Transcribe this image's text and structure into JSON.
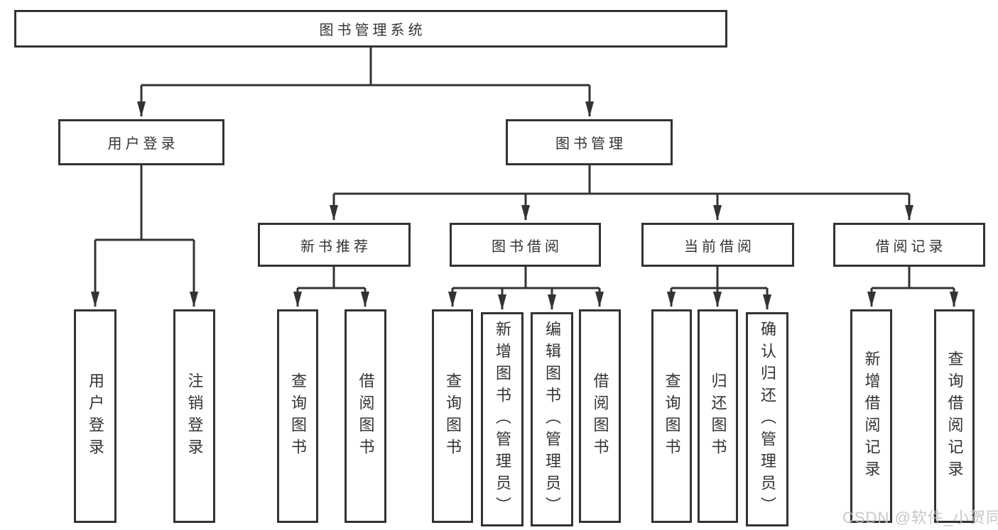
{
  "diagram": {
    "tree": {
      "label": "图书管理系统",
      "children": [
        {
          "label": "用户登录",
          "children": [
            {
              "label": "用户登录"
            },
            {
              "label": "注销登录"
            }
          ]
        },
        {
          "label": "图书管理",
          "children": [
            {
              "label": "新书推荐",
              "children": [
                {
                  "label": "查询图书"
                },
                {
                  "label": "借阅图书"
                }
              ]
            },
            {
              "label": "图书借阅",
              "children": [
                {
                  "label": "查询图书"
                },
                {
                  "label": "新增图书（管理员）"
                },
                {
                  "label": "编辑图书（管理员）"
                },
                {
                  "label": "借阅图书"
                }
              ]
            },
            {
              "label": "当前借阅",
              "children": [
                {
                  "label": "查询图书"
                },
                {
                  "label": "归还图书"
                },
                {
                  "label": "确认归还（管理员）"
                }
              ]
            },
            {
              "label": "借阅记录",
              "children": [
                {
                  "label": "新增借阅记录"
                },
                {
                  "label": "查询借阅记录"
                }
              ]
            }
          ]
        }
      ]
    },
    "watermark": "CSDN @软件_小贺同学",
    "colors": {
      "line": "#333333",
      "box_border": "#333333",
      "background": "#ffffff",
      "text": "#333333",
      "watermark": "#bfbfbf"
    }
  }
}
